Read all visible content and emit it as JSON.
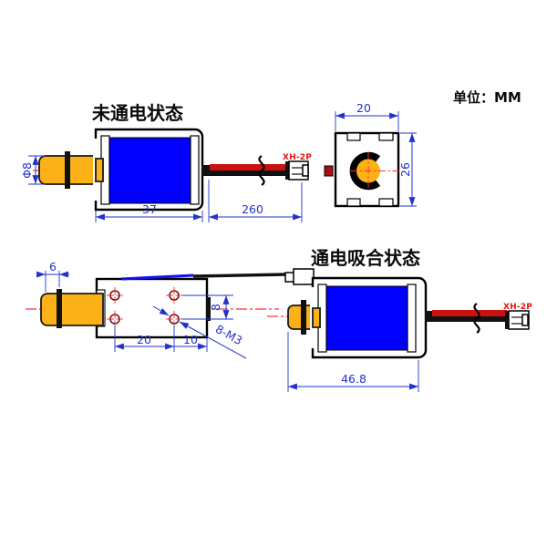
{
  "unit_note": "单位：MM",
  "views": {
    "deenergized": {
      "title": "未通电状态",
      "dim_body_width": "37",
      "dim_wire_length": "260",
      "dim_plunger_dia": "Φ8",
      "connector_label": "XH-2P"
    },
    "end_view": {
      "dim_width": "20",
      "dim_height": "26"
    },
    "top_view": {
      "dim_flange": "6",
      "dim_hole_spacing_x": "20",
      "dim_hole_to_edge": "10",
      "dim_hole_spacing_y": "8",
      "thread_label": "8-M3"
    },
    "energized": {
      "title": "通电吸合状态",
      "dim_total_length": "46.8",
      "connector_label": "XH-2P"
    }
  },
  "colors": {
    "coil_blue": "#0000ff",
    "plunger_orange": "#fbb117",
    "dimension_blue": "#2233cc",
    "centerline_red": "#ff3333",
    "wire_red": "#cc1111",
    "label_red": "#e8150d"
  }
}
